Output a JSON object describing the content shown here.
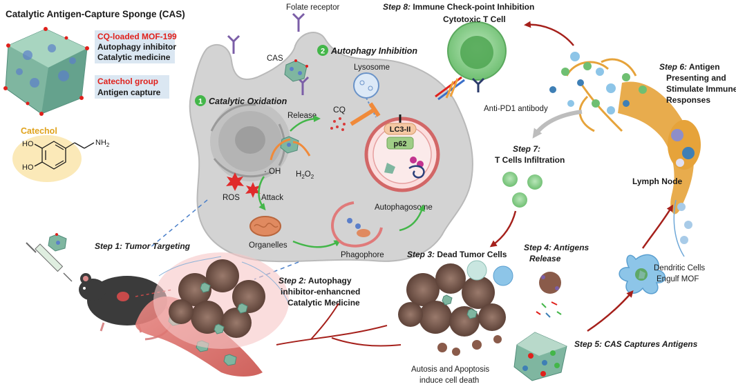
{
  "panel": {
    "title": "Catalytic Antigen-Capture Sponge (CAS)",
    "mof_label": "CQ-loaded MOF-199",
    "mof_desc_1": "Autophagy inhibitor",
    "mof_desc_2": "Catalytic medicine",
    "catechol_group": "Catechol group",
    "antigen_capture": "Antigen capture",
    "catechol_title": "Catechol",
    "ho_top": "HO",
    "ho_bottom": "HO",
    "nh2": "NH",
    "nh2_sub": "2"
  },
  "cell": {
    "folate_receptor": "Folate receptor",
    "cas": "CAS",
    "autophagy_num": "2",
    "autophagy_title": "Autophagy Inhibition",
    "catalytic_num": "1",
    "catalytic_title": "Catalytic Oxidation",
    "lysosome": "Lysosome",
    "release": "Release",
    "cq": "CQ",
    "lc3": "LC3-II",
    "p62": "p62",
    "oh": "· OH",
    "h2o2": "H",
    "h2o2_sub": "2",
    "h2o2_o": "O",
    "h2o2_sub2": "2",
    "ros": "ROS",
    "attack": "Attack",
    "autophagosome": "Autophagosome",
    "organelles": "Organelles",
    "phagophore": "Phagophore"
  },
  "steps": {
    "step8_num": "Step 8:",
    "step8_text": " Immune Check-point Inhibition",
    "cytotoxic": "Cytotoxic T Cell",
    "anti_pd1": "Anti-PD1 antibody",
    "step6_num": "Step 6:",
    "step6_l1": " Antigen",
    "step6_l2": "Presenting and",
    "step6_l3": "Stimulate Immune",
    "step6_l4": "Responses",
    "step7_num": "Step 7:",
    "step7_text": "T Cells Infiltration",
    "lymph_node": "Lymph Node",
    "step1": "Step 1: Tumor Targeting",
    "step2_num": "Step 2:",
    "step2_l1": " Autophagy",
    "step2_l2": "inhibitor-enhancned",
    "step2_l3": "Catalytic Medicine",
    "step3_num": "Step 3:",
    "step3_text": " Dead Tumor Cells",
    "step4_l1": "Step 4: Antigens",
    "step4_l2": "Release",
    "dc_l1": "Dendritic Cells",
    "dc_l2": "Engulf MOF",
    "step5": "Step 5: CAS Captures Antigens",
    "death_l1": "Autosis and Apoptosis",
    "death_l2": "induce cell death"
  },
  "colors": {
    "cell_fill": "#d3d3d3",
    "accent_green": "#43b649",
    "arrow_red": "#a5201b",
    "highlight_red": "#e0201b",
    "label_bg": "#dbe7f2",
    "catechol_bg": "#fbe9b8",
    "lymph_orange": "#e6a33a"
  }
}
